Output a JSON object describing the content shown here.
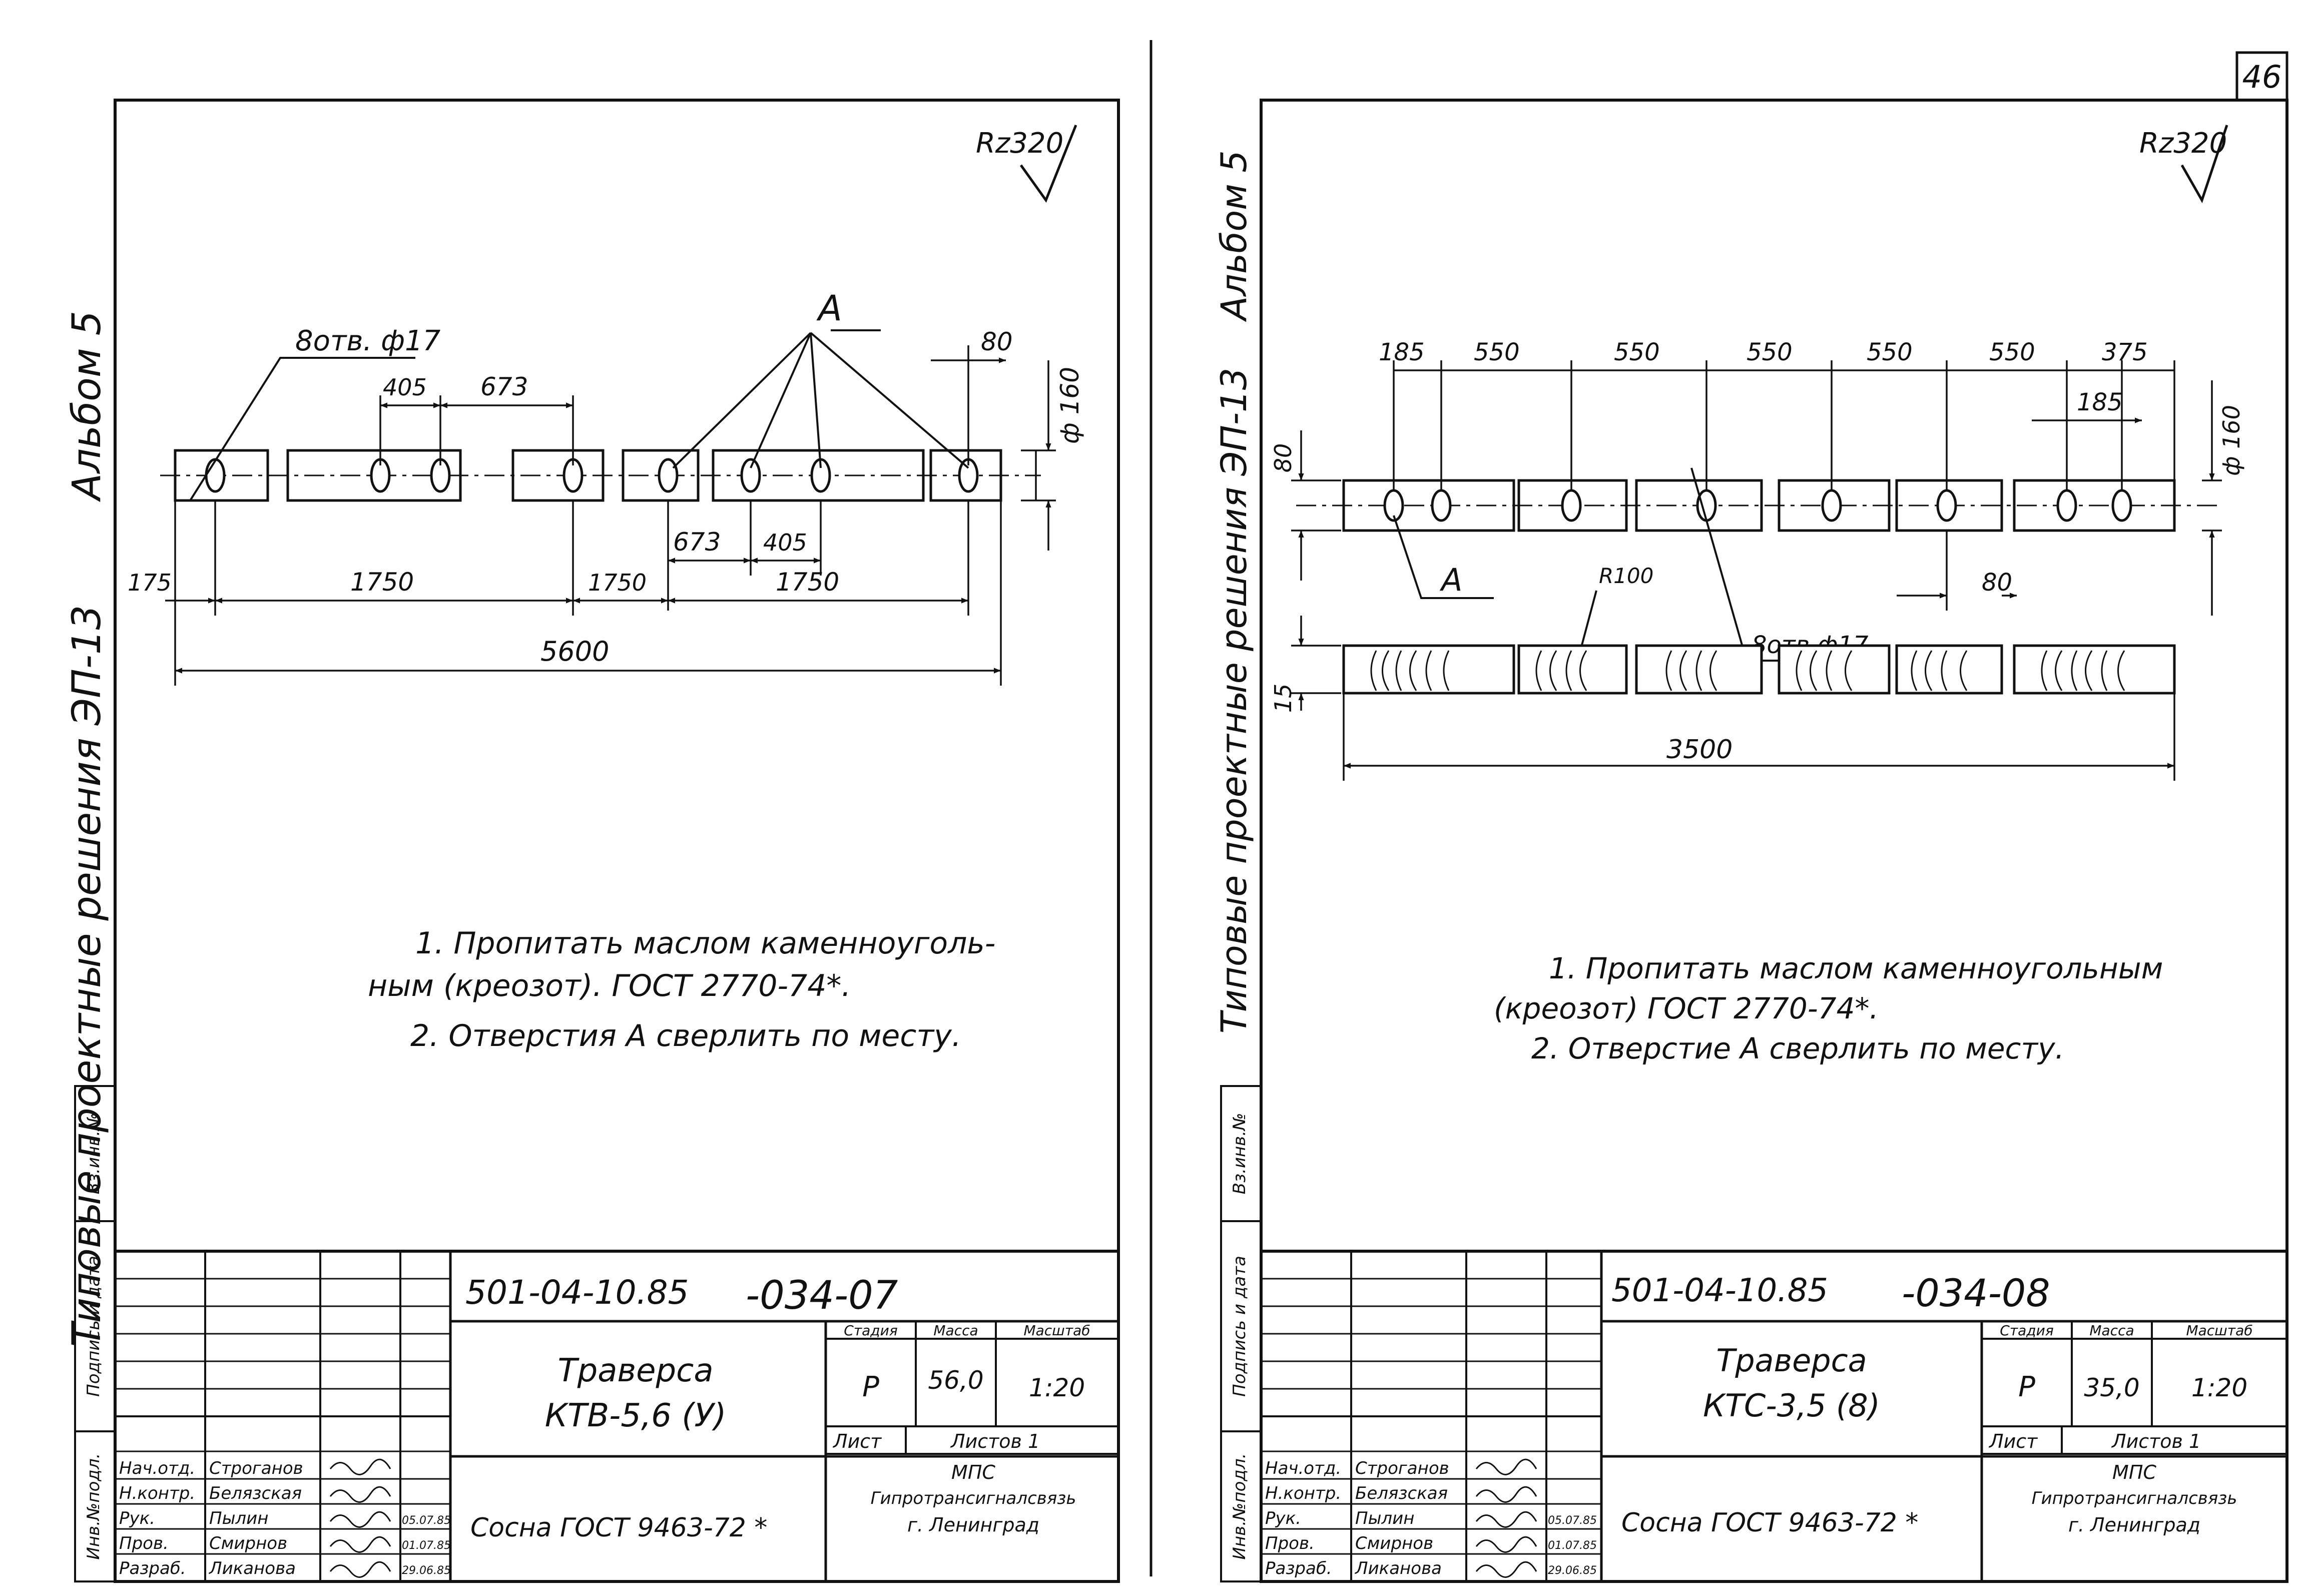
{
  "page_number": "46",
  "left": {
    "side_title_a": "Альбом 5",
    "side_title_b": "Типовые проектные решения ЭП-13",
    "roughness": "Rz320",
    "callout_holes": "8отв. ф17",
    "callout_a": "А",
    "dims": {
      "d80": "80",
      "d160": "ф 160",
      "d405_top": "405",
      "d673_top": "673",
      "d673_bot": "673",
      "d405_bot": "405",
      "d175": "175",
      "d1750_a": "1750",
      "d1750_b": "1750",
      "d1750_c": "1750",
      "d5600": "5600"
    },
    "note1a": "1. Пропитать маслом каменноуголь-",
    "note1b": "ным (креозот). ГОСТ 2770-74*.",
    "note2": "2. Отверстия А сверлить по месту.",
    "stamp": {
      "designation": "501-04-10.85",
      "sheet_code": "-034-07",
      "part_name": "Траверса",
      "part_code": "КТВ-5,6 (У)",
      "material": "Сосна ГОСТ 9463-72 *",
      "stage_h": "Стадия",
      "mass_h": "Масса",
      "scale_h": "Масштаб",
      "stage": "Р",
      "mass": "56,0",
      "scale": "1:20",
      "sheet_h": "Лист",
      "sheets_h": "Листов 1",
      "org1": "МПС",
      "org2": "Гипротрансигналсвязь",
      "org3": "г. Ленинград",
      "roles": [
        {
          "role": "Нач.отд.",
          "name": "Строганов",
          "date": ""
        },
        {
          "role": "Н.контр.",
          "name": "Белязская",
          "date": ""
        },
        {
          "role": "Рук.",
          "name": "Пылин",
          "date": "05.07.85"
        },
        {
          "role": "Пров.",
          "name": "Смирнов",
          "date": "01.07.85"
        },
        {
          "role": "Разраб.",
          "name": "Ликанова",
          "date": "29.06.85"
        }
      ],
      "side_labels": [
        "Инв.№подл.",
        "Подпись и дата",
        "Вз.инв.№"
      ]
    }
  },
  "right": {
    "side_title_a": "Альбом 5",
    "side_title_b": "Типовые проектные решения ЭП-13",
    "roughness": "Rz320",
    "callout_holes": "8отв.ф17",
    "callout_a": "А",
    "dims": {
      "d185": "185",
      "d550_1": "550",
      "d550_2": "550",
      "d550_3": "550",
      "d550_4": "550",
      "d550_5": "550",
      "d375": "375",
      "d185b": "185",
      "d160": "ф 160",
      "d80_left": "80",
      "d80_bot": "80",
      "d15": "15",
      "r100": "R100",
      "d3500": "3500"
    },
    "note1a": "1. Пропитать маслом каменноугольным",
    "note1b": "(креозот) ГОСТ 2770-74*.",
    "note2": "2. Отверстие А сверлить по месту.",
    "stamp": {
      "designation": "501-04-10.85",
      "sheet_code": "-034-08",
      "part_name": "Траверса",
      "part_code": "КТС-3,5 (8)",
      "material": "Сосна ГОСТ 9463-72 *",
      "stage_h": "Стадия",
      "mass_h": "Масса",
      "scale_h": "Масштаб",
      "stage": "Р",
      "mass": "35,0",
      "scale": "1:20",
      "sheet_h": "Лист",
      "sheets_h": "Листов 1",
      "org1": "МПС",
      "org2": "Гипротрансигналсвязь",
      "org3": "г. Ленинград",
      "roles": [
        {
          "role": "Нач.отд.",
          "name": "Строганов",
          "date": ""
        },
        {
          "role": "Н.контр.",
          "name": "Белязская",
          "date": ""
        },
        {
          "role": "Рук.",
          "name": "Пылин",
          "date": "05.07.85"
        },
        {
          "role": "Пров.",
          "name": "Смирнов",
          "date": "01.07.85"
        },
        {
          "role": "Разраб.",
          "name": "Ликанова",
          "date": "29.06.85"
        }
      ],
      "side_labels": [
        "Инв.№подл.",
        "Подпись и дата",
        "Вз.инв.№"
      ]
    }
  }
}
